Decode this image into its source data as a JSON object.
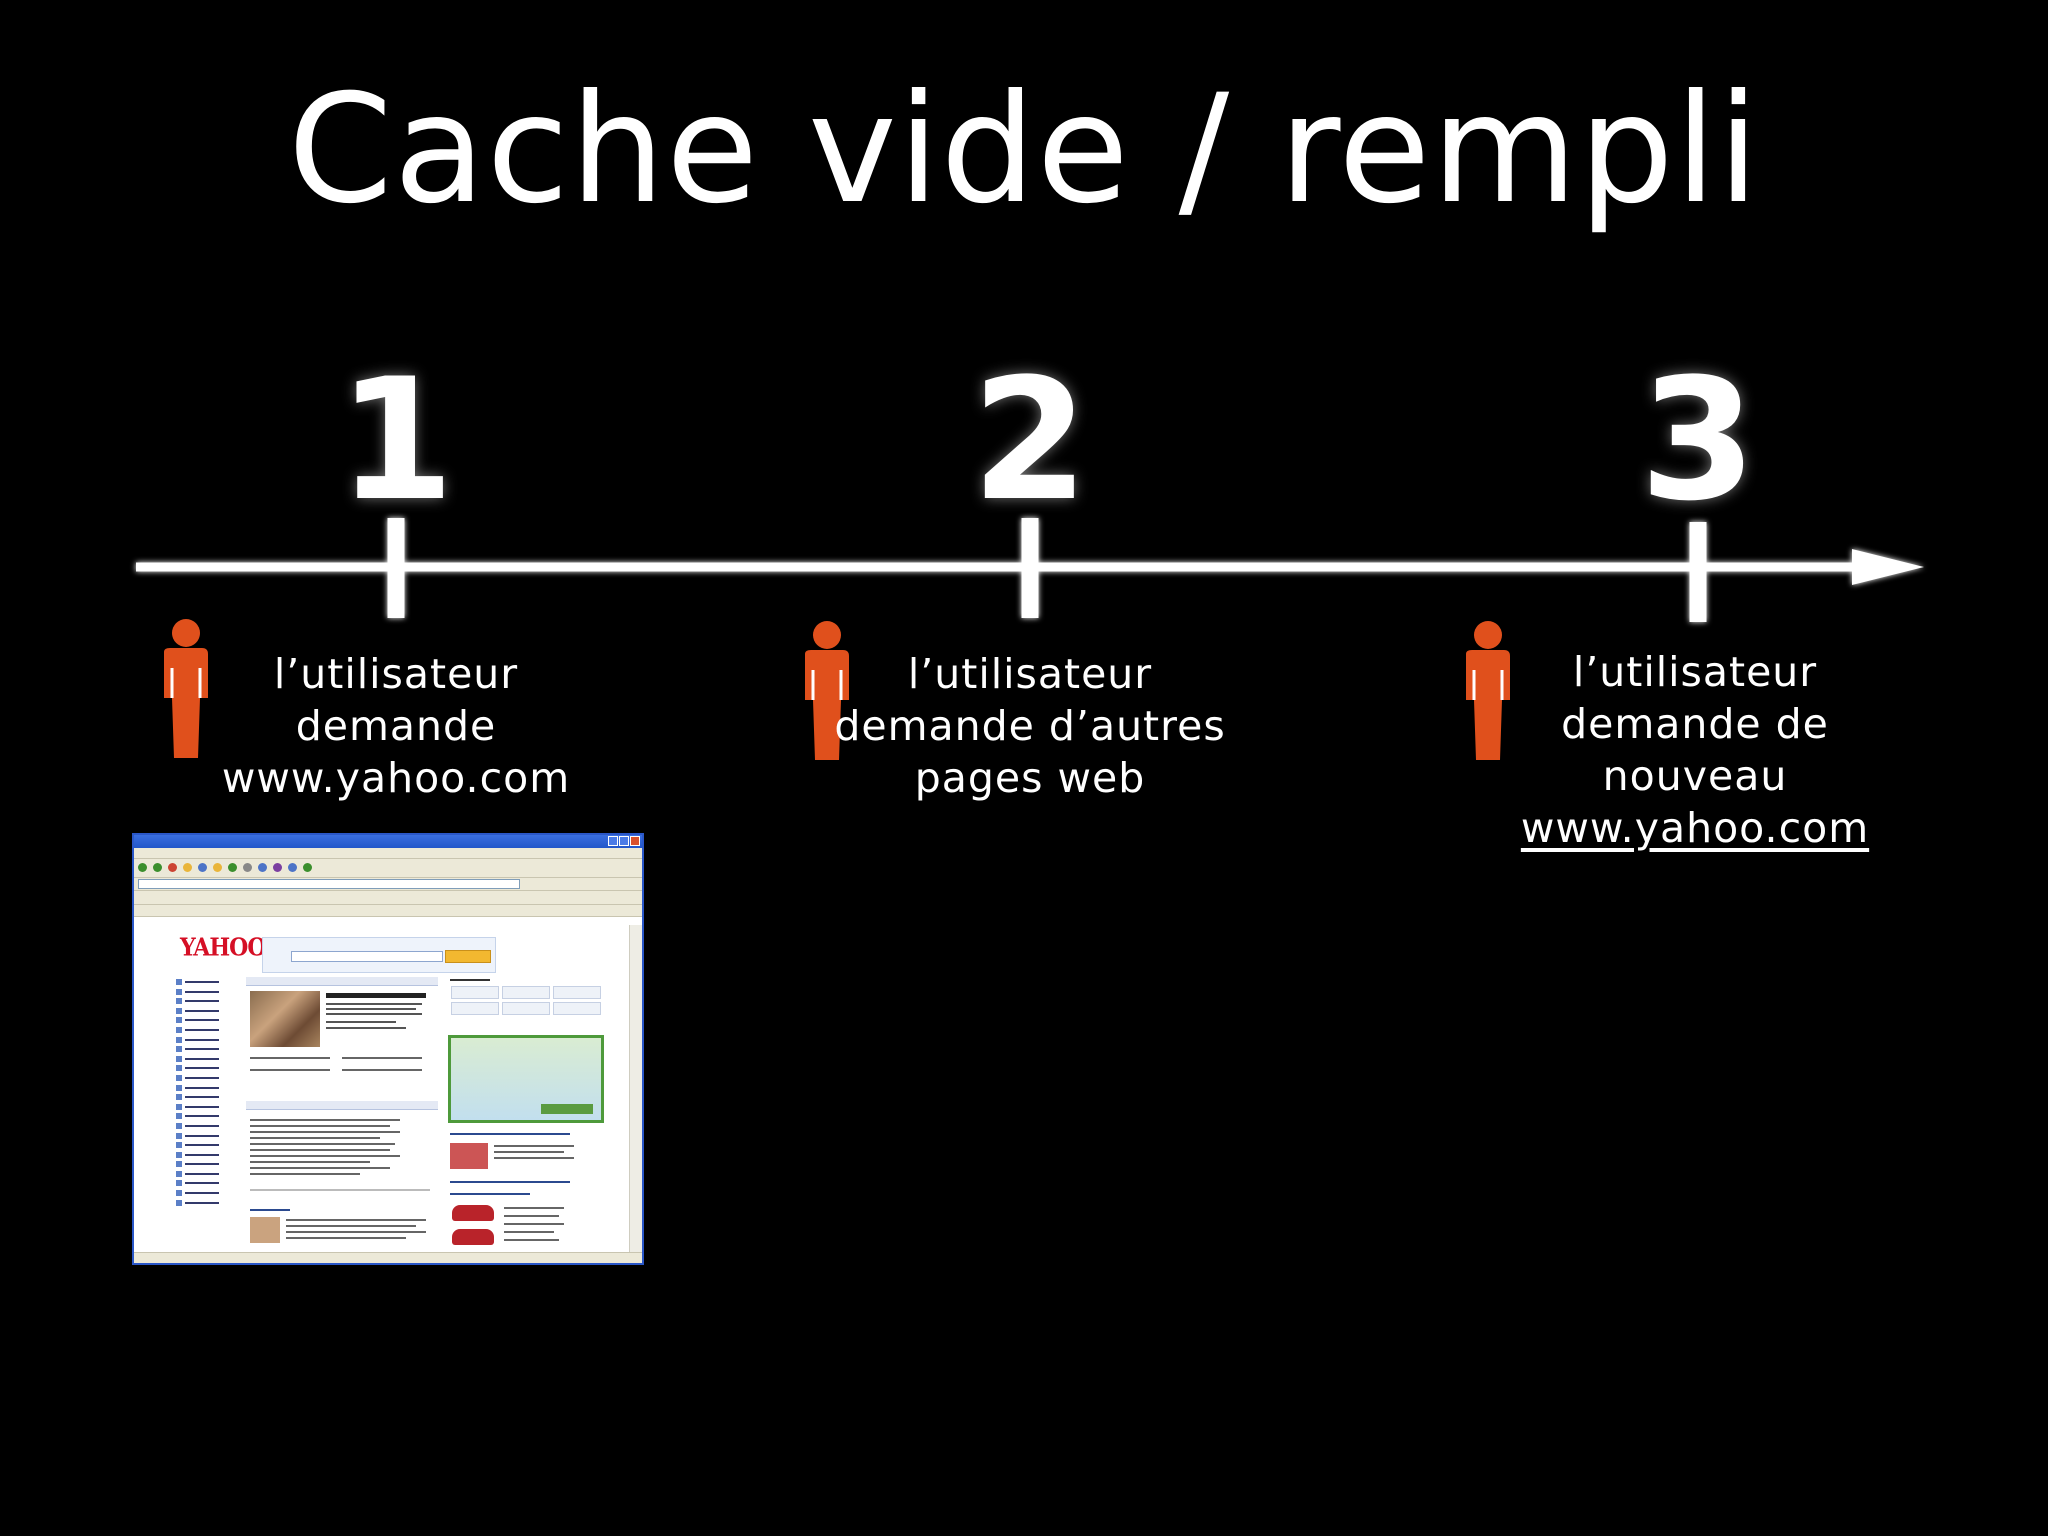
{
  "slide": {
    "title": "Cache vide / rempli",
    "steps": [
      {
        "number": "1",
        "lines": [
          "l’utilisateur",
          "demande",
          "www.yahoo.com"
        ]
      },
      {
        "number": "2",
        "lines": [
          "l’utilisateur",
          "demande d’autres",
          "pages web"
        ]
      },
      {
        "number": "3",
        "lines": [
          "l’utilisateur",
          "demande de",
          "nouveau",
          "www.yahoo.com"
        ]
      }
    ]
  },
  "colors": {
    "background": "#000000",
    "text": "#ffffff",
    "person": "#e0501c",
    "timeline": "#ffffff"
  },
  "icons": {
    "person": "person-icon",
    "arrow": "arrow-right-icon"
  },
  "browser_thumbnail": {
    "description_icon": "yahoo-homepage-screenshot",
    "logo_text": "YAHOO!"
  }
}
